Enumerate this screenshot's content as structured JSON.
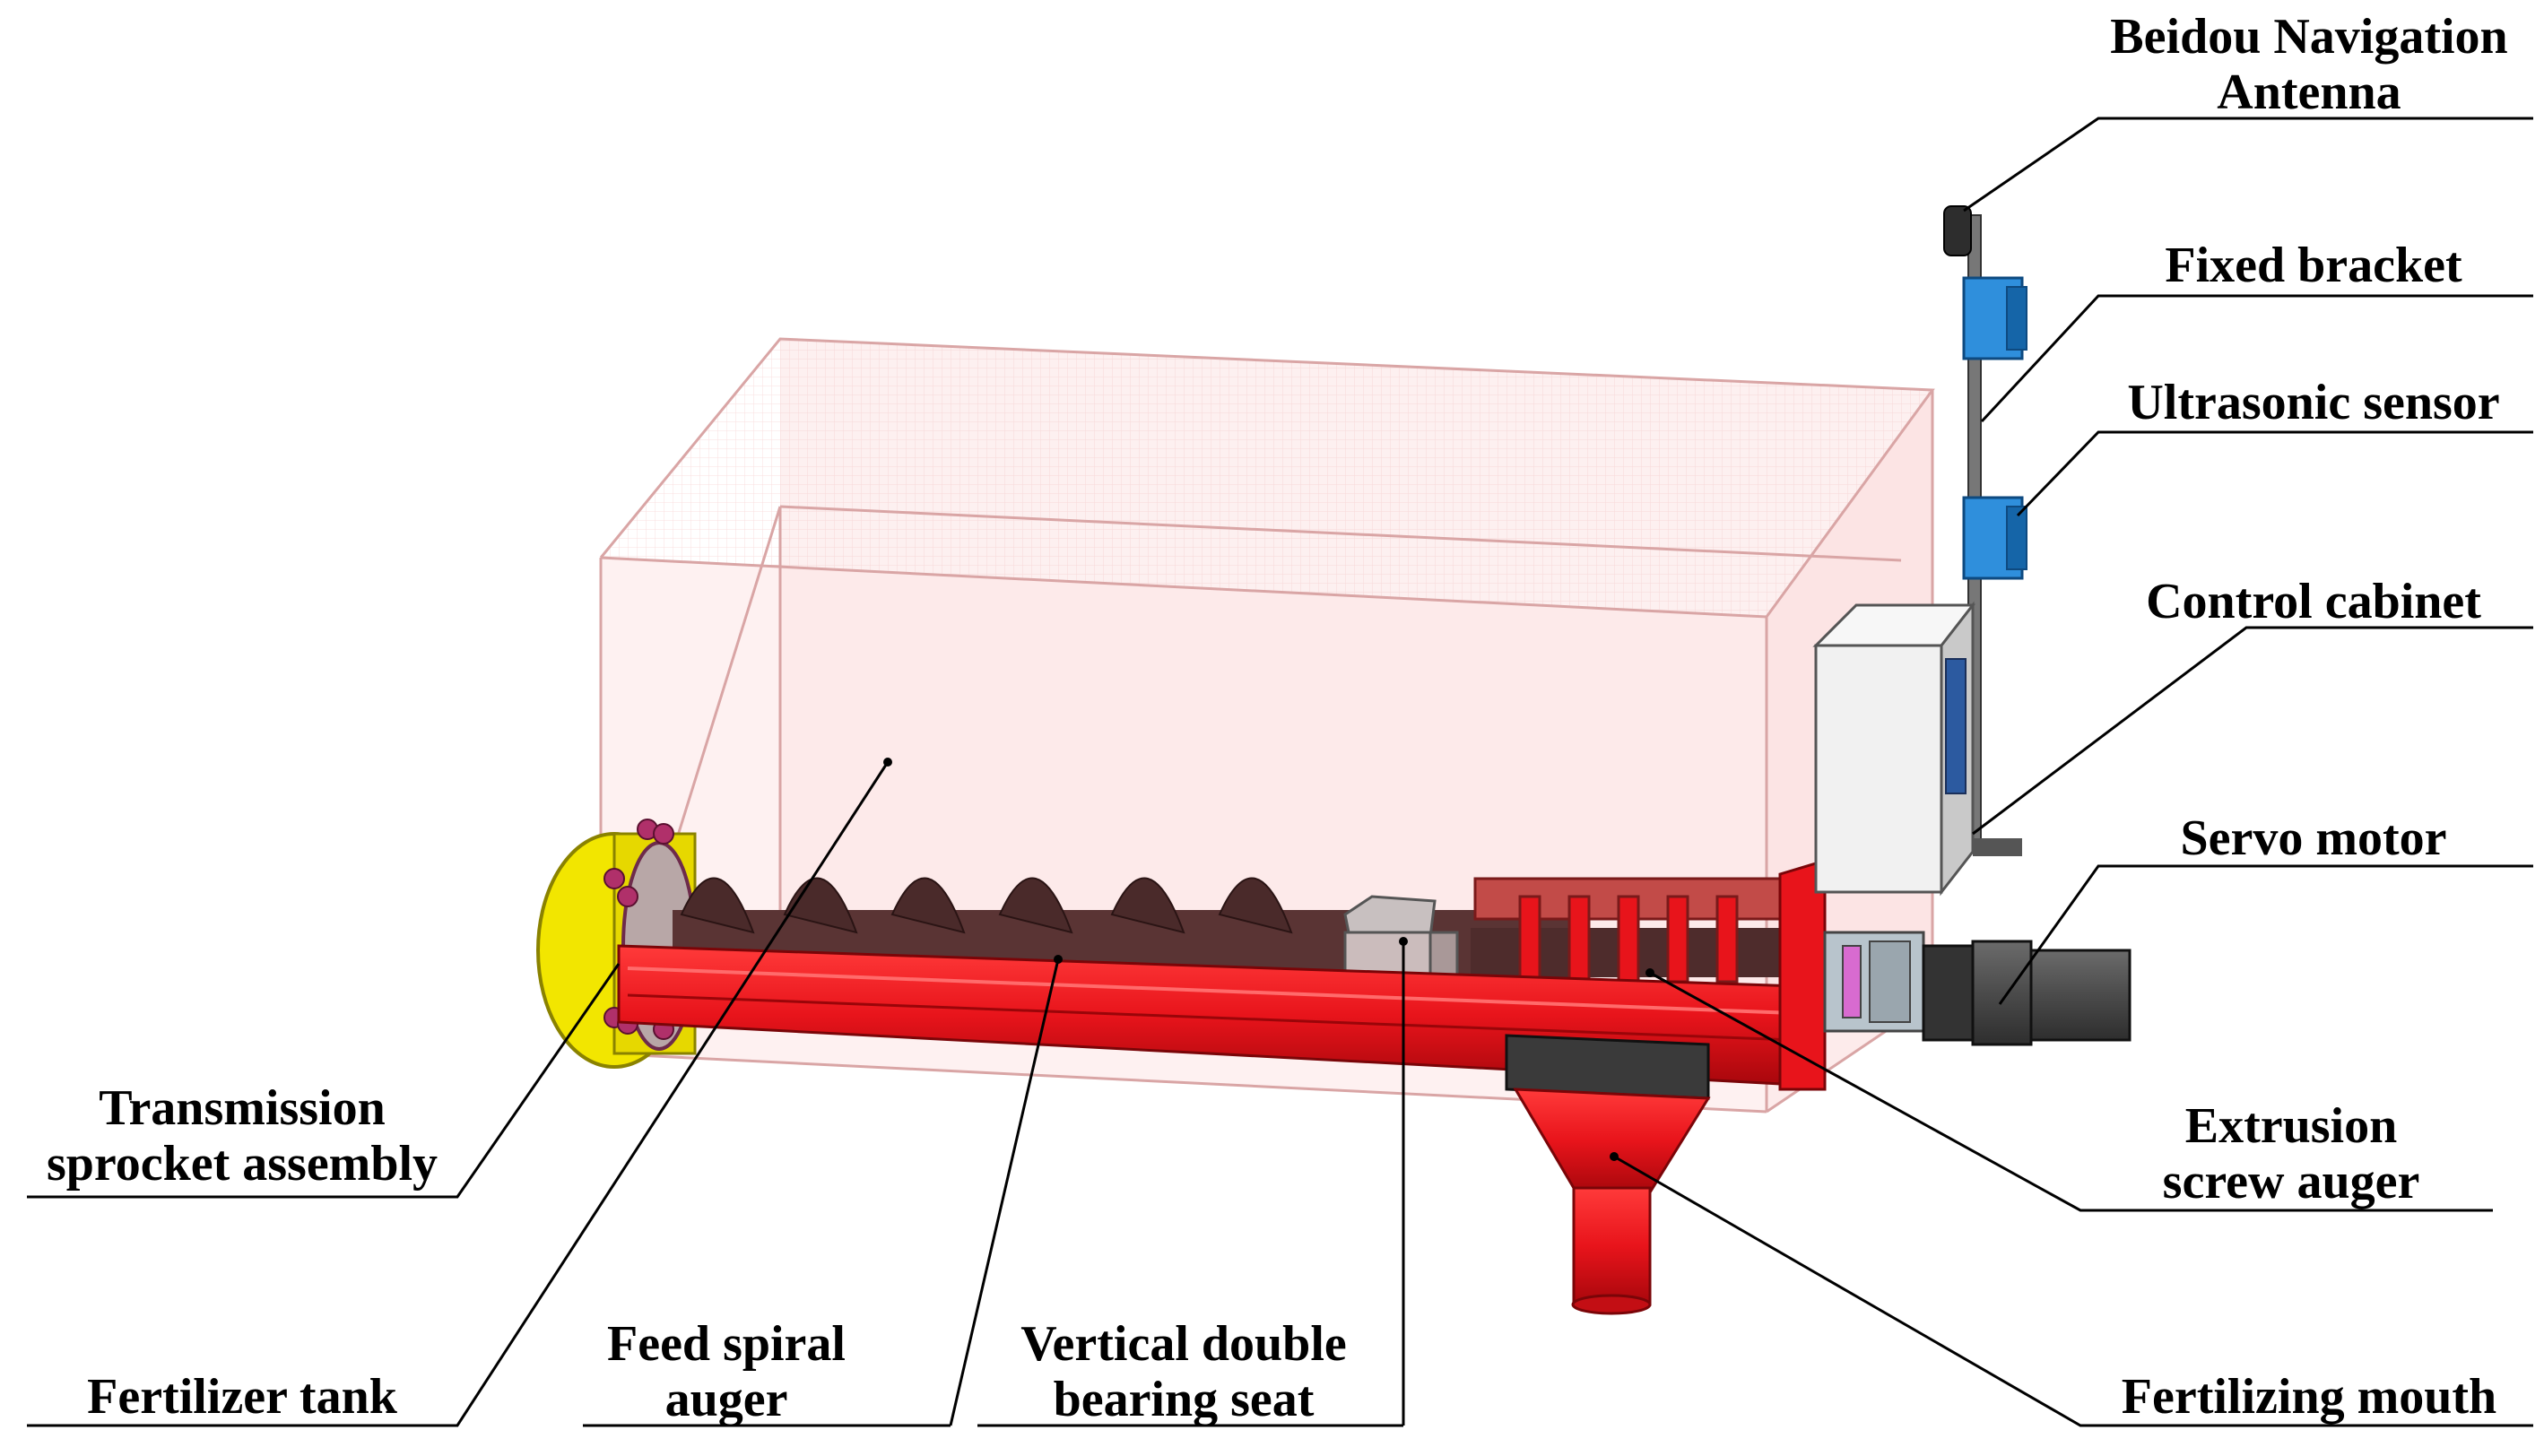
{
  "labels": {
    "beidou_antenna": [
      "Beidou Navigation",
      "Antenna"
    ],
    "fixed_bracket": [
      "Fixed bracket"
    ],
    "ultrasonic_sensor": [
      "Ultrasonic sensor"
    ],
    "control_cabinet": [
      "Control cabinet"
    ],
    "servo_motor": [
      "Servo motor"
    ],
    "extrusion_screw_auger": [
      "Extrusion",
      "screw auger"
    ],
    "fertilizing_mouth": [
      "Fertilizing mouth"
    ],
    "transmission_sprocket": [
      "Transmission",
      "sprocket assembly"
    ],
    "fertilizer_tank": [
      "Fertilizer tank"
    ],
    "feed_spiral_auger": [
      "Feed spiral",
      "auger"
    ],
    "vertical_bearing_seat": [
      "Vertical double",
      "bearing seat"
    ]
  },
  "colors": {
    "tank_fill": "#fbe4e4",
    "tank_edge": "#d9a5a5",
    "trough_red": "#e8141b",
    "trough_dark": "#b10a0f",
    "auger_brown": "#4a2a2a",
    "sprocket_yellow": "#f2e600",
    "sensor_blue": "#2f8fdc",
    "cabinet_white": "#f1f1f1",
    "motor_gray": "#4b4b4b",
    "leader_line": "#000000"
  }
}
